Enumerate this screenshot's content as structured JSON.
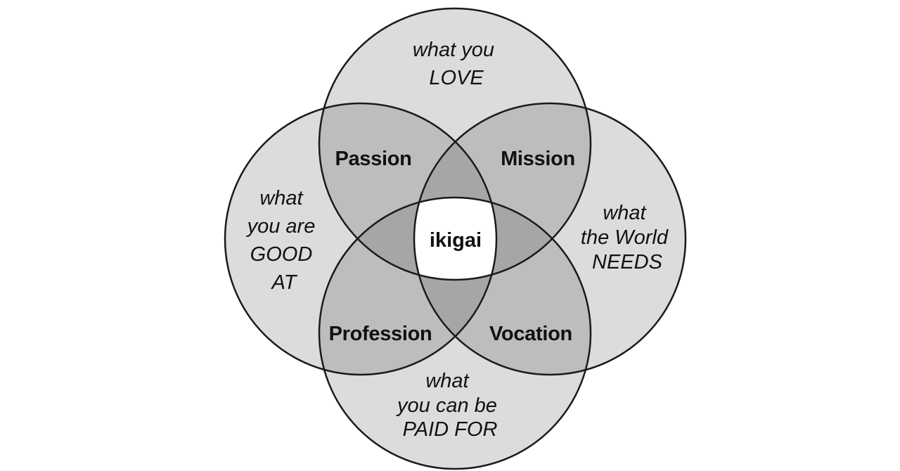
{
  "colors": {
    "background": "#ffffff",
    "single": "#dcdcdc",
    "double": "#bdbdbd",
    "triple": "#a6a6a6",
    "center": "#ffffff",
    "stroke": "#1a1a1a"
  },
  "circles": {
    "top": {
      "lines": [
        "what you",
        "LOVE"
      ]
    },
    "left": {
      "lines": [
        "what",
        "you are",
        "GOOD",
        "AT"
      ]
    },
    "right": {
      "lines": [
        "what",
        "the World",
        "NEEDS"
      ]
    },
    "bottom": {
      "lines": [
        "what",
        "you can be",
        "PAID FOR"
      ]
    }
  },
  "overlaps": {
    "passion": "Passion",
    "mission": "Mission",
    "profession": "Profession",
    "vocation": "Vocation"
  },
  "center": "ikigai"
}
